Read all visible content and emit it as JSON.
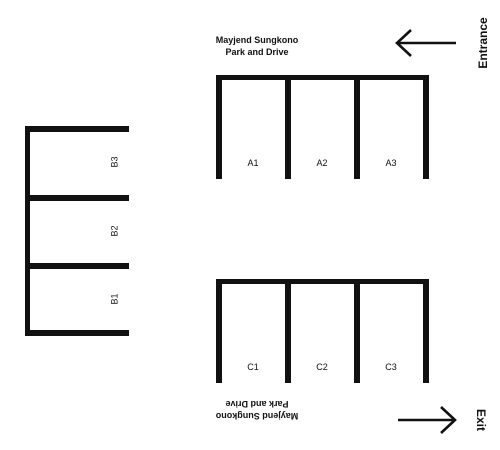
{
  "title": {
    "line1": "Mayjend Sungkono",
    "line2": "Park and Drive"
  },
  "entrance_label": "Entrance",
  "exit_label": "Exit",
  "row_a": [
    "A1",
    "A2",
    "A3"
  ],
  "row_b": [
    "B1",
    "B2",
    "B3"
  ],
  "row_c": [
    "C1",
    "C2",
    "C3"
  ],
  "icons": {
    "entrance_arrow": "arrow-left-icon",
    "exit_arrow": "arrow-right-icon"
  },
  "colors": {
    "wall": "#111111",
    "background": "#ffffff"
  }
}
